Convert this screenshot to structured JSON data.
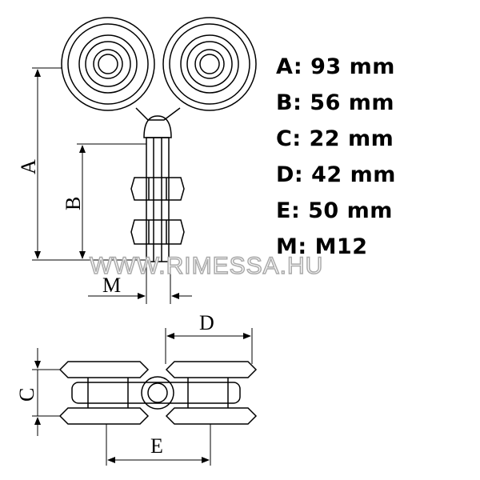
{
  "specs": [
    {
      "label": "A: 93 mm"
    },
    {
      "label": "B: 56 mm"
    },
    {
      "label": "C: 22 mm"
    },
    {
      "label": "D: 42 mm"
    },
    {
      "label": "E: 50 mm"
    },
    {
      "label": "M: M12"
    }
  ],
  "dimensions": {
    "a": "A",
    "b": "B",
    "c": "C",
    "d": "D",
    "e": "E",
    "m": "M"
  },
  "watermark": "WWW.RIMESSA.HU"
}
